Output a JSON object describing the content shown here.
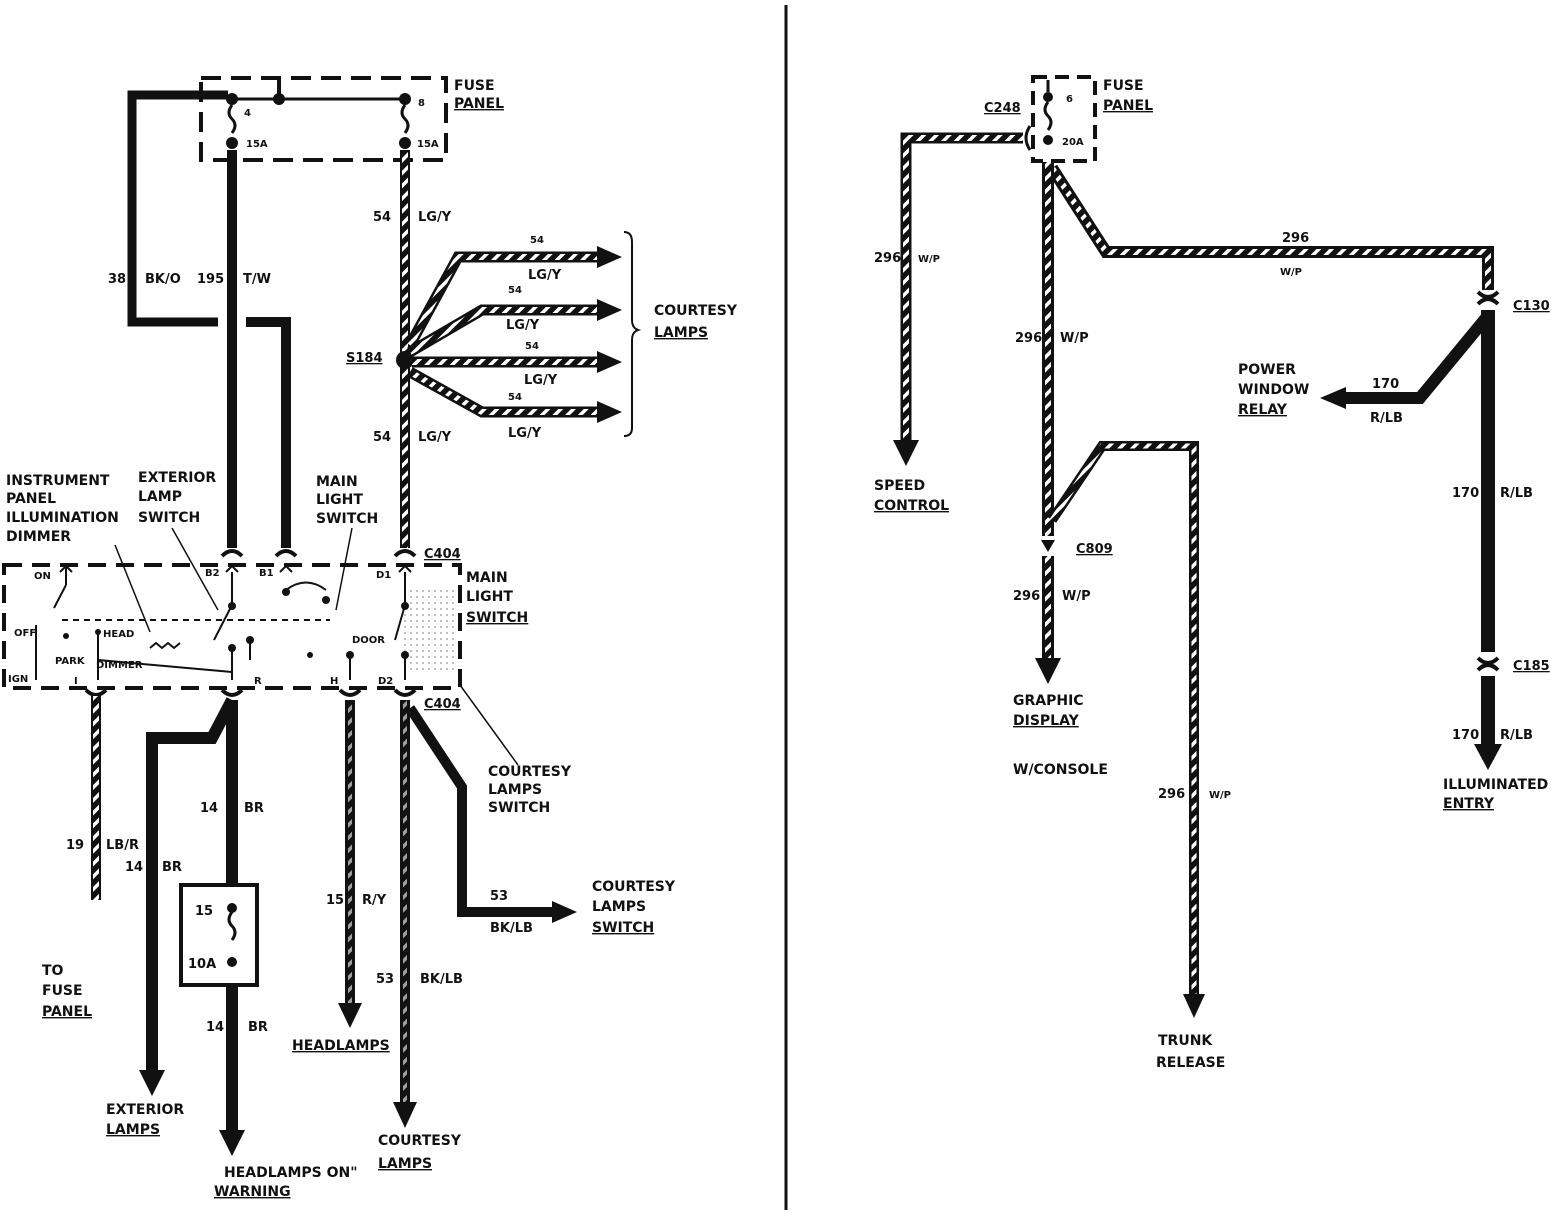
{
  "left": {
    "fuse_panel": [
      "FUSE",
      "PANEL"
    ],
    "fuse_4": "4",
    "fuse_4_rating": "15A",
    "fuse_8": "8",
    "fuse_8_rating": "15A",
    "wire_38": "38",
    "wire_38_color": "BK/O",
    "wire_195": "195",
    "wire_195_color": "T/W",
    "wire_54_a": "54",
    "wire_54_a_color": "LG/Y",
    "splice": "S184",
    "wire_54_b": "54",
    "wire_54_b_color": "LG/Y",
    "courtesy_branches": [
      {
        "num": "54",
        "color": "LG/Y"
      },
      {
        "num": "54",
        "color": "LG/Y"
      },
      {
        "num": "54",
        "color": "LG/Y"
      },
      {
        "num": "54",
        "color": "LG/Y"
      }
    ],
    "courtesy_lamps_upper": [
      "COURTESY",
      "LAMPS"
    ],
    "dimmer_label": [
      "INSTRUMENT",
      "PANEL",
      "ILLUMINATION",
      "DIMMER"
    ],
    "exterior_switch_label": [
      "EXTERIOR",
      "LAMP",
      "SWITCH"
    ],
    "main_switch_label_top": [
      "MAIN",
      "LIGHT",
      "SWITCH"
    ],
    "main_switch_label_side": [
      "MAIN",
      "LIGHT",
      "SWITCH"
    ],
    "connector_c404_top": "C404",
    "connector_c404_bottom": "C404",
    "pins": {
      "b2": "B2",
      "b1": "B1",
      "d1": "D1",
      "i": "I",
      "r": "R",
      "h": "H",
      "d2": "D2"
    },
    "switch_positions": {
      "on": "ON",
      "off": "OFF",
      "park": "PARK",
      "head": "HEAD",
      "ign": "IGN",
      "dimmer": "DIMMER",
      "door": "DOOR"
    },
    "courtesy_lamps_switch_label": [
      "COURTESY",
      "LAMPS",
      "SWITCH"
    ],
    "wire_19": "19",
    "wire_19_color": "LB/R",
    "wire_14_a": "14",
    "wire_14_a_color": "BR",
    "wire_14_b": "14",
    "wire_14_b_color": "BR",
    "inline_fuse": "15",
    "inline_fuse_rating": "10A",
    "wire_14_c": "14",
    "wire_14_c_color": "BR",
    "wire_15": "15",
    "wire_15_color": "R/Y",
    "wire_53_a": "53",
    "wire_53_a_color": "BK/LB",
    "wire_53_b": "53",
    "wire_53_b_color": "BK/LB",
    "courtesy_switch_dest": [
      "COURTESY",
      "LAMPS",
      "SWITCH"
    ],
    "to_fuse_panel": [
      "TO",
      "FUSE",
      "PANEL"
    ],
    "exterior_lamps": [
      "EXTERIOR",
      "LAMPS"
    ],
    "headlamps_on_warning": [
      "HEADLAMPS ON\"",
      "WARNING"
    ],
    "headlamps": "HEADLAMPS",
    "courtesy_lamps_bottom": [
      "COURTESY",
      "LAMPS"
    ]
  },
  "right": {
    "fuse_panel": [
      "FUSE",
      "PANEL"
    ],
    "fuse_6": "6",
    "fuse_6_rating": "20A",
    "connector_c248": "C248",
    "wire_296_speed": "296",
    "wire_296_speed_color": "W/P",
    "speed_control": [
      "SPEED",
      "CONTROL"
    ],
    "wire_296_top": "296",
    "wire_296_top_color": "W/P",
    "wire_296_main": "296",
    "wire_296_main_color": "W/P",
    "connector_c809": "C809",
    "wire_296_lower": "296",
    "wire_296_lower_color": "W/P",
    "graphic_display": [
      "GRAPHIC",
      "DISPLAY"
    ],
    "w_console": "W/CONSOLE",
    "wire_296_trunk": "296",
    "wire_296_trunk_color": "W/P",
    "trunk_release": [
      "TRUNK",
      "RELEASE"
    ],
    "connector_c130": "C130",
    "wire_170_relay": "170",
    "wire_170_relay_color": "R/LB",
    "power_window_relay": [
      "POWER",
      "WINDOW",
      "RELAY"
    ],
    "wire_170_a": "170",
    "wire_170_a_color": "R/LB",
    "connector_c185": "C185",
    "wire_170_b": "170",
    "wire_170_b_color": "R/LB",
    "illuminated_entry": [
      "ILLUMINATED",
      "ENTRY"
    ]
  }
}
